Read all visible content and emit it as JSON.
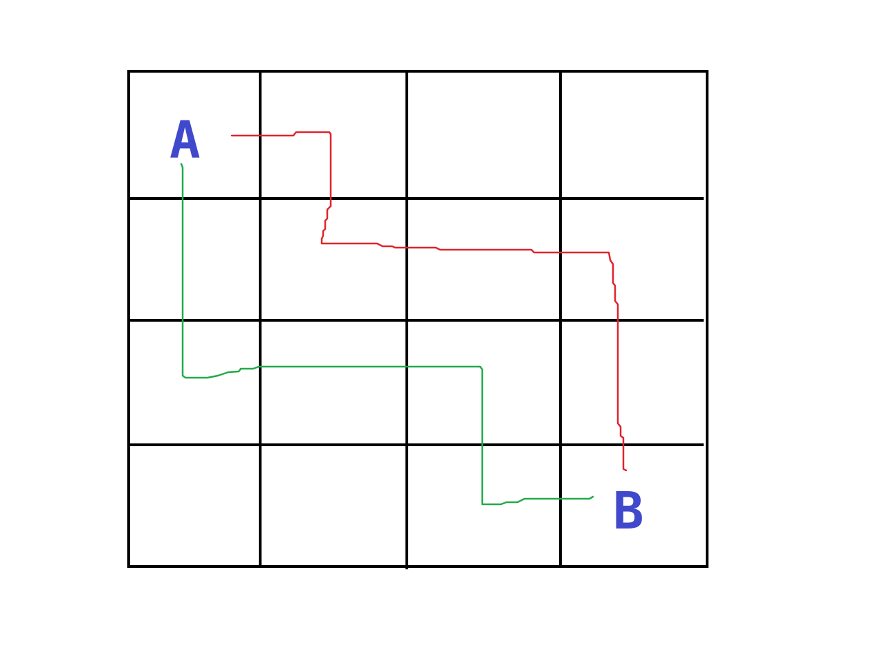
{
  "diagram": {
    "grid": {
      "rows": 4,
      "columns": 4,
      "line_color": "#000000"
    },
    "points": [
      {
        "id": "start",
        "label": "A",
        "color": "#4048cc"
      },
      {
        "id": "end",
        "label": "B",
        "color": "#4048cc"
      }
    ],
    "paths": [
      {
        "id": "red-path",
        "color": "#e0242a",
        "from": "A",
        "to": "B"
      },
      {
        "id": "green-path",
        "color": "#22aa4a",
        "from": "A",
        "to": "B"
      }
    ]
  }
}
